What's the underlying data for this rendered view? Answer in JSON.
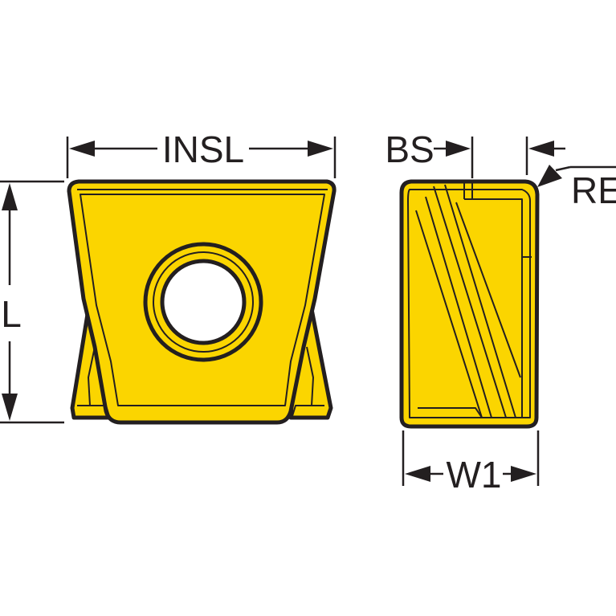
{
  "colors": {
    "insert_fill": "#fbd500",
    "insert_shadow": "#d9b100",
    "line": "#231f20",
    "background": "#ffffff"
  },
  "labels": {
    "insl": "INSL",
    "l": "L",
    "bs": "BS",
    "re": "RE",
    "w1": "W1"
  }
}
